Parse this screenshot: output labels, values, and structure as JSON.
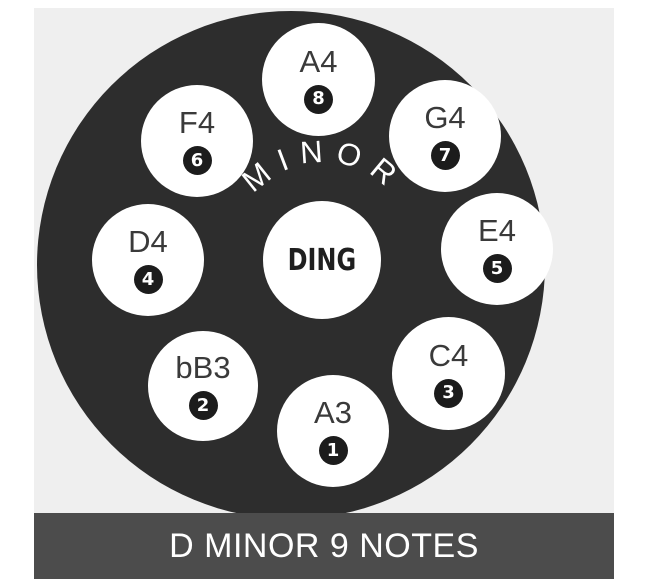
{
  "center": {
    "label": "DING",
    "scale": "MINOR"
  },
  "notes": [
    {
      "name": "A3",
      "number": "1"
    },
    {
      "name": "bB3",
      "number": "2"
    },
    {
      "name": "C4",
      "number": "3"
    },
    {
      "name": "D4",
      "number": "4"
    },
    {
      "name": "E4",
      "number": "5"
    },
    {
      "name": "F4",
      "number": "6"
    },
    {
      "name": "G4",
      "number": "7"
    },
    {
      "name": "A4",
      "number": "8"
    }
  ],
  "footer": {
    "title": "D MINOR 9 NOTES"
  },
  "colors": {
    "drum": "#2d2d2d",
    "tone_field": "#ffffff",
    "banner": "#4c4c4c",
    "badge": "#1c1c1c"
  }
}
